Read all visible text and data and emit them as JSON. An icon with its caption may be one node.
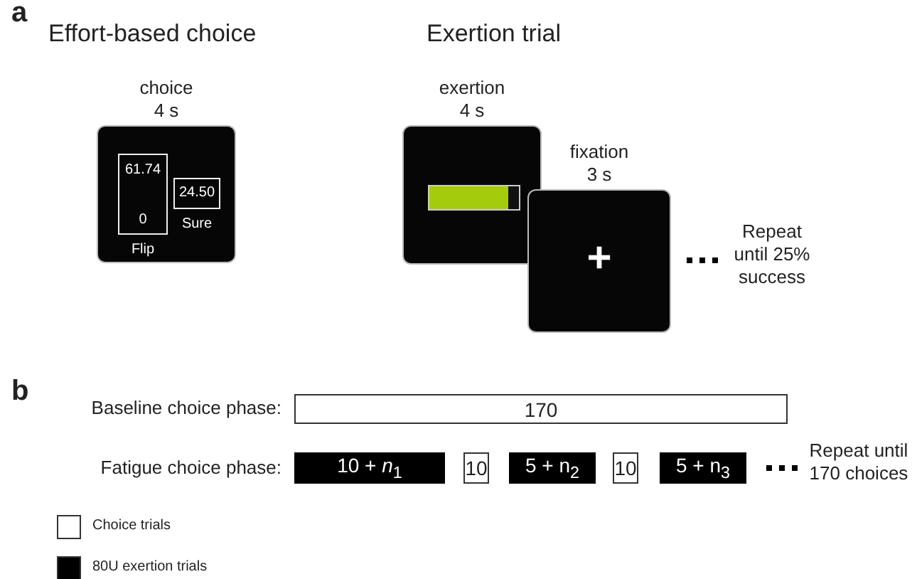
{
  "diagram": {
    "nodes": [
      {
        "text": [
          "choice 4 s"
        ]
      },
      {
        "text": [
          "61.74",
          "0"
        ],
        "beside": [
          "Flip"
        ],
        "in": 0
      },
      {
        "text": [
          "24.50"
        ],
        "beside": [
          "Sure"
        ],
        "in": 0
      },
      {
        "text": [
          "exertion 4 s"
        ]
      },
      {
        "text": [],
        "shape": "bar",
        "in": 3
      },
      {
        "text": [
          "fixation 3 s",
          "+"
        ]
      },
      {
        "text": [
          "170"
        ]
      },
      {
        "text": [
          "10 + *n*$_{1}$"
        ]
      },
      {
        "text": [
          "10"
        ]
      },
      {
        "text": [
          "5 + n$_{2}$"
        ]
      },
      {
        "text": [
          "10"
        ]
      },
      {
        "text": [
          "5 + n$_{3}$"
        ]
      }
    ],
    "edges": [],
    "labels": [
      "a",
      "Effort-based choice",
      "Exertion trial",
      "Repeat until 25% success",
      "b",
      "Baseline choice phase:",
      "Fatigue choice phase:",
      "Repeat until 170 choices"
    ],
    "legend": [
      {
        "text": "Choice trials",
        "color": "#ffffff"
      },
      {
        "text": "80U exertion trials",
        "color": "#000000"
      }
    ]
  }
}
